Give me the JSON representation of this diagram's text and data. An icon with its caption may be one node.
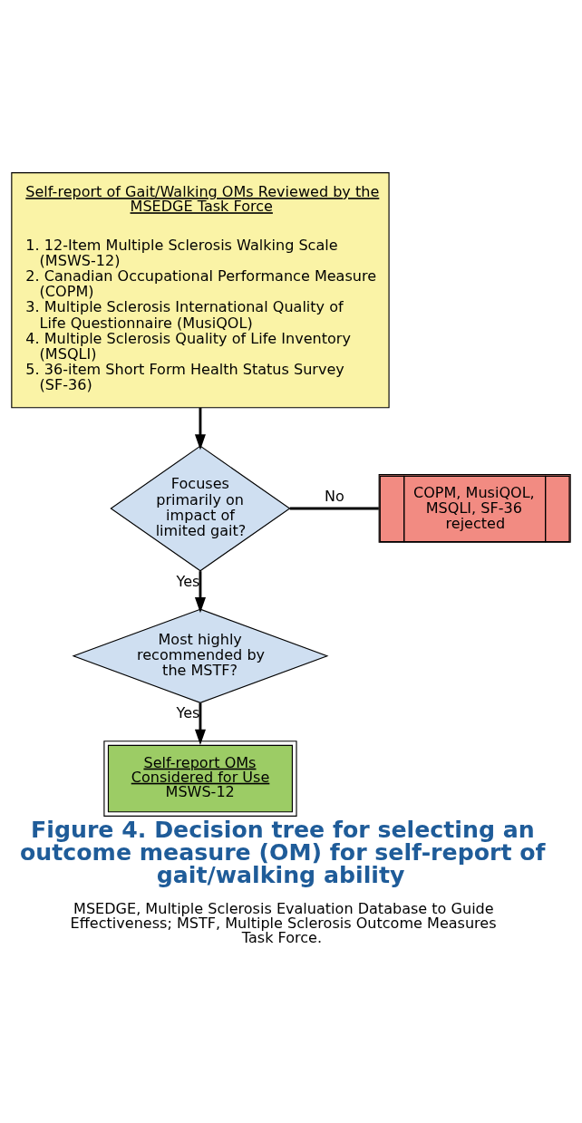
{
  "diagram": {
    "title": "Figure 4. Decision tree for selecting an outcome measure (OM) for self-report of gait/walking ability",
    "caption": "MSEDGE, Multiple Sclerosis Evaluation Database to Guide Effectiveness; MSTF, Multiple Sclerosis Outcome Measures Task Force.",
    "nodes": [
      {
        "text": [
          "Self-report of Gait/Walking OMs Reviewed by the MSEDGE Task Force",
          "1. 12-Item Multiple Sclerosis Walking Scale (MSWS-12)",
          "2. Canadian Occupational Performance Measure (COPM)",
          "3. Multiple Sclerosis International Quality of Life Questionnaire (MusiQOL)",
          "4. Multiple Sclerosis Quality of Life Inventory (MSQLI)",
          "5. 36-item Short Form Health Status Survey (SF-36)"
        ]
      },
      {
        "text": [
          "Focuses primarily on impact of limited gait?"
        ]
      },
      {
        "text": [
          "COPM, MusiQOL, MSQLI, SF-36 rejected"
        ]
      },
      {
        "text": [
          "Most highly recommended by the MSTF?"
        ]
      },
      {
        "text": [
          "Self-report OMs Considered for Use",
          "MSWS-12"
        ]
      }
    ],
    "edges": [
      {
        "from": 0,
        "to": 1,
        "arrow": "to"
      },
      {
        "from": 1,
        "to": 2,
        "arrow": "none",
        "label": "No"
      },
      {
        "from": 1,
        "to": 3,
        "arrow": "to",
        "label": "Yes"
      },
      {
        "from": 3,
        "to": 4,
        "arrow": "to",
        "label": "Yes"
      }
    ]
  }
}
